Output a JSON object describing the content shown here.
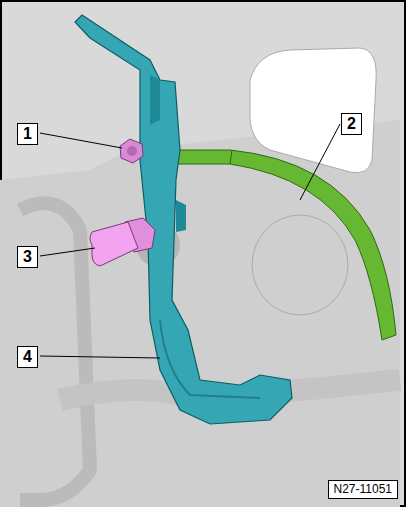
{
  "diagram": {
    "labels": [
      "1",
      "2",
      "3",
      "4",
      "N27-11051"
    ]
  }
}
